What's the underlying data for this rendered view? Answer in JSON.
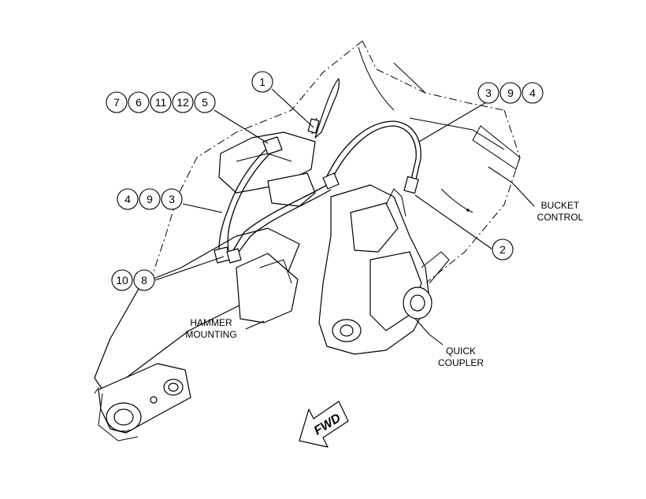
{
  "callouts": {
    "c1": "1",
    "c2": "2",
    "group_top_left": [
      "7",
      "6",
      "11",
      "12",
      "5"
    ],
    "group_top_right": [
      "3",
      "9",
      "4"
    ],
    "group_mid_left": [
      "4",
      "9",
      "3"
    ],
    "group_low_left": [
      "10",
      "8"
    ]
  },
  "labels": {
    "bucket_control": [
      "BUCKET",
      "CONTROL"
    ],
    "hammer_mounting": [
      "HAMMER",
      "MOUNTING"
    ],
    "quick_coupler": [
      "QUICK",
      "COUPLER"
    ],
    "fwd": "FWD"
  }
}
